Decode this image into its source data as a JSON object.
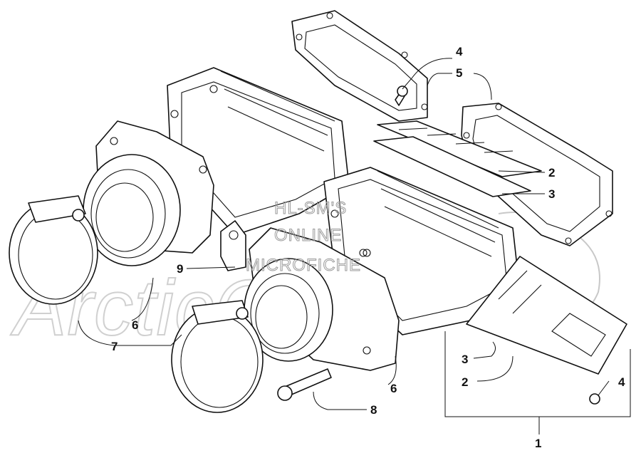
{
  "callouts": [
    {
      "id": "c1",
      "label": "1"
    },
    {
      "id": "c2a",
      "label": "2"
    },
    {
      "id": "c2b",
      "label": "2"
    },
    {
      "id": "c3a",
      "label": "3"
    },
    {
      "id": "c3b",
      "label": "3"
    },
    {
      "id": "c4a",
      "label": "4"
    },
    {
      "id": "c4b",
      "label": "4"
    },
    {
      "id": "c5",
      "label": "5"
    },
    {
      "id": "c6a",
      "label": "6"
    },
    {
      "id": "c6b",
      "label": "6"
    },
    {
      "id": "c7",
      "label": "7"
    },
    {
      "id": "c8",
      "label": "8"
    },
    {
      "id": "c9",
      "label": "9"
    }
  ],
  "watermark": {
    "line1": "HL-SM'S",
    "line2": "ONLINE",
    "line3": "MICROFICHE",
    "logo": "ArcticCat"
  }
}
